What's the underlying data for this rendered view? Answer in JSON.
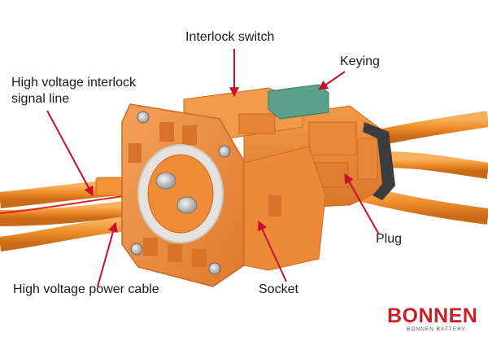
{
  "labels": {
    "interlock_switch": "Interlock switch",
    "keying": "Keying",
    "hv_interlock_signal_line_1": "High voltage interlock",
    "hv_interlock_signal_line_2": "signal line",
    "plug": "Plug",
    "socket": "Socket",
    "hv_power_cable": "High voltage power cable"
  },
  "logo": {
    "brand": "BONNEN",
    "subtitle": "BONNEN BATTERY"
  },
  "colors": {
    "orange_housing": "#ee8a3a",
    "orange_cable": "#f0902e",
    "arrow_red": "#c8102e",
    "keying_green": "#5aa08a",
    "seal_grey": "#e6e2df",
    "bracket_dark": "#3c3c3e",
    "logo_red": "#c8202a"
  }
}
